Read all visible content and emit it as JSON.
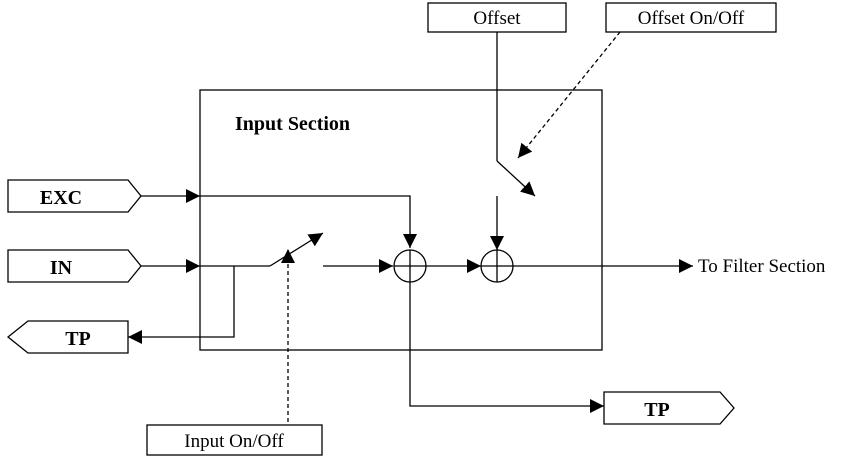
{
  "diagram": {
    "section_title": "Input Section",
    "inputs": {
      "exc": "EXC",
      "in": "IN"
    },
    "outputs": {
      "tp_left": "TP",
      "tp_bottom": "TP",
      "to_filter": "To Filter Section"
    },
    "controls": {
      "offset": "Offset",
      "offset_on_off": "Offset On/Off",
      "input_on_off": "Input On/Off"
    }
  }
}
